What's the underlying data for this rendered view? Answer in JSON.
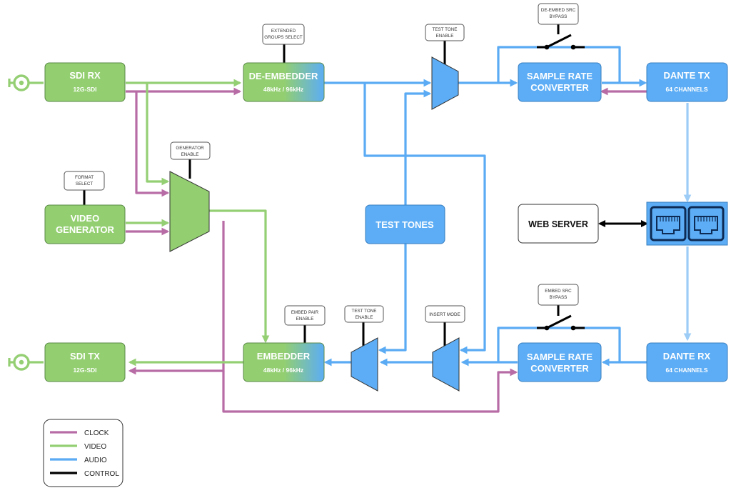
{
  "blocks": {
    "sdi_rx": {
      "title": "SDI RX",
      "sub": "12G-SDI"
    },
    "video_generator": {
      "title1": "VIDEO",
      "title2": "GENERATOR"
    },
    "sdi_tx": {
      "title": "SDI TX",
      "sub": "12G-SDI"
    },
    "de_embedder": {
      "title": "DE-EMBEDDER",
      "sub": "48kHz / 96kHz"
    },
    "embedder": {
      "title": "EMBEDDER",
      "sub": "48kHz / 96kHz"
    },
    "test_tones": {
      "title": "TEST TONES"
    },
    "src_top": {
      "title1": "SAMPLE RATE",
      "title2": "CONVERTER"
    },
    "src_bottom": {
      "title1": "SAMPLE RATE",
      "title2": "CONVERTER"
    },
    "dante_tx": {
      "title": "DANTE TX",
      "sub": "64 CHANNELS"
    },
    "dante_rx": {
      "title": "DANTE RX",
      "sub": "64 CHANNELS"
    },
    "web_server": {
      "title": "WEB SERVER"
    }
  },
  "controls": {
    "extended_groups": {
      "line1": "EXTENDED",
      "line2": "GROUPS SELECT"
    },
    "test_tone_top": {
      "line1": "TEST TONE",
      "line2": "ENABLE"
    },
    "de_embed_src": {
      "line1": "DE-EMBED SRC",
      "line2": "BYPASS"
    },
    "generator_enable": {
      "line1": "GENERATOR",
      "line2": "ENABLE"
    },
    "format_select": {
      "line1": "FORMAT",
      "line2": "SELECT"
    },
    "embed_pair": {
      "line1": "EMBED PAIR",
      "line2": "ENABLE"
    },
    "test_tone_bottom": {
      "line1": "TEST TONE",
      "line2": "ENABLE"
    },
    "insert_mode": {
      "line1": "INSERT MODE"
    },
    "embed_src": {
      "line1": "EMBED SRC",
      "line2": "BYPASS"
    }
  },
  "legend": [
    {
      "label": "CLOCK",
      "color": "#b86ca6"
    },
    {
      "label": "VIDEO",
      "color": "#95cf74"
    },
    {
      "label": "AUDIO",
      "color": "#5aabf4"
    },
    {
      "label": "CONTROL",
      "color": "#000000"
    }
  ],
  "colors": {
    "clock": "#b86ca6",
    "video": "#95cf74",
    "audio": "#5aabf4",
    "audio_light": "#9dcdf6",
    "control": "#000000",
    "video_block": "#93cf70",
    "audio_block": "#5cadf5"
  },
  "icons": {
    "connector": "bnc-connector-icon",
    "ethernet": "ethernet-ports-icon",
    "switch": "switch-icon"
  }
}
